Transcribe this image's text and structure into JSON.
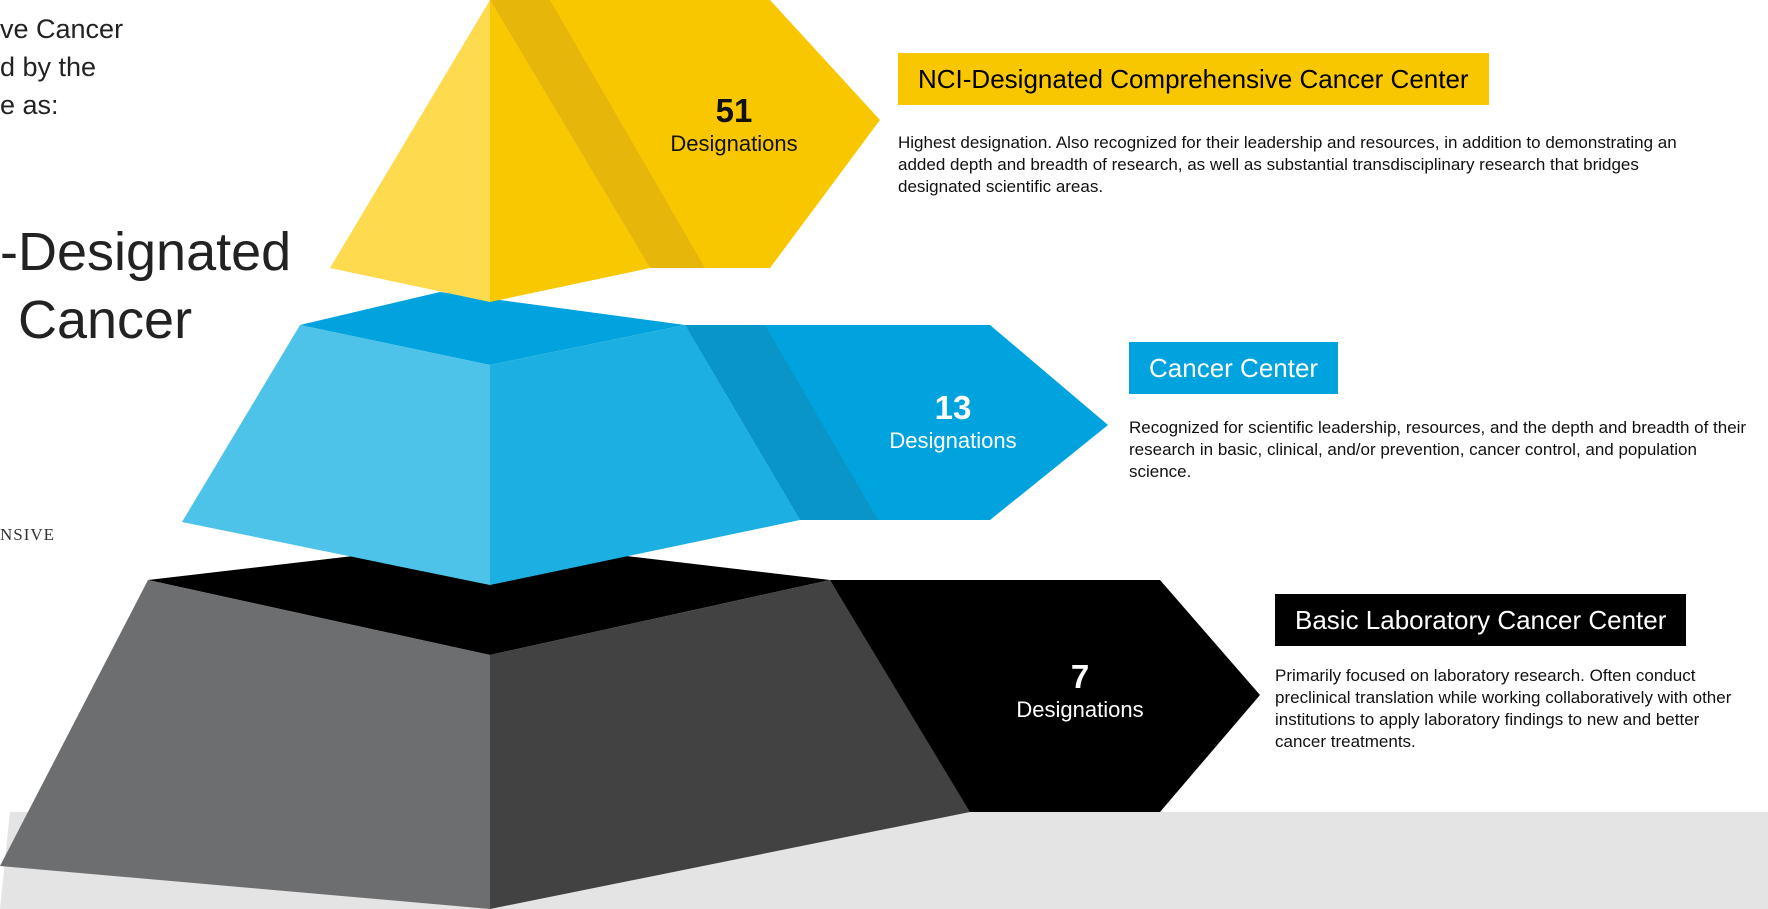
{
  "intro": {
    "line1": "ve Cancer",
    "line2": "d by the",
    "line3": "e as:",
    "big1": "-Designated",
    "big2": "Cancer",
    "logo_fragment": "NSIVE"
  },
  "tiers": [
    {
      "key": "comprehensive",
      "count": "51",
      "count_label": "Designations",
      "title": "NCI-Designated Comprehensive Cancer Center",
      "description": "Highest designation.  Also recognized for their leadership and resources, in addition to demonstrating an added depth and breadth of research, as well as substantial transdisciplinary research that bridges designated scientific areas.",
      "color": "#F9C700"
    },
    {
      "key": "cancer-center",
      "count": "13",
      "count_label": "Designations",
      "title": "Cancer Center",
      "description": "Recognized for scientific leadership, resources, and the depth and breadth of their research in basic, clinical, and/or prevention, cancer control, and population science.",
      "color": "#00A3DD"
    },
    {
      "key": "basic-lab",
      "count": "7",
      "count_label": "Designations",
      "title": "Basic Laboratory Cancer Center",
      "description": "Primarily focused on laboratory research. Often conduct preclinical translation while working collaboratively with other institutions to apply laboratory findings to new and better cancer treatments.",
      "color": "#000000"
    }
  ]
}
